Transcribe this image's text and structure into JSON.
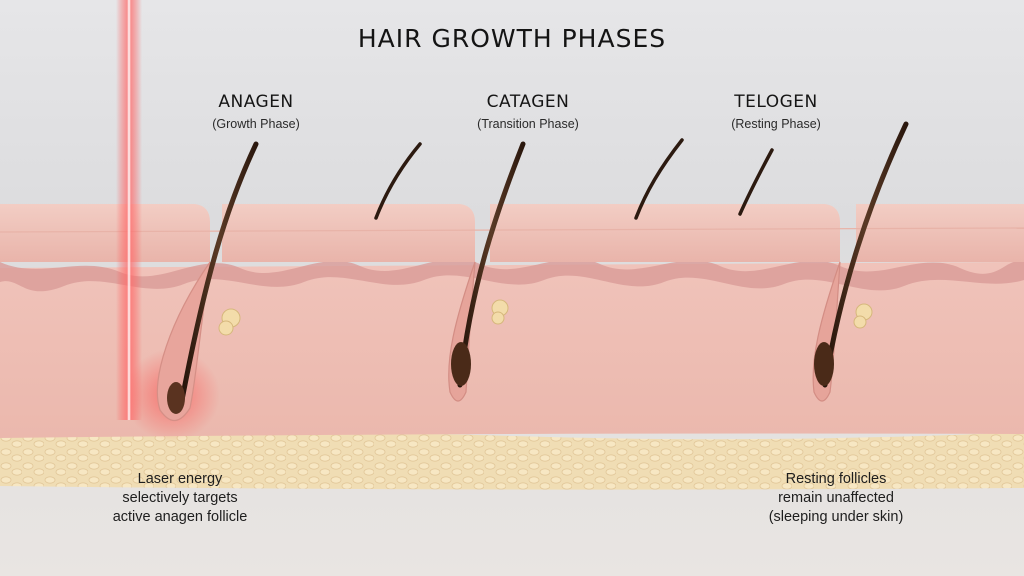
{
  "diagram": {
    "title": "HAIR GROWTH PHASES",
    "phases": [
      {
        "name": "ANAGEN",
        "subtitle": "(Growth Phase)"
      },
      {
        "name": "CATAGEN",
        "subtitle": "(Transition Phase)"
      },
      {
        "name": "TELOGEN",
        "subtitle": "(Resting Phase)"
      }
    ],
    "notes": {
      "laser": [
        "Laser energy",
        "selectively targets",
        "active anagen follicle"
      ],
      "resting": [
        "Resting follicles",
        "remain unaffected",
        "(sleeping under skin)"
      ]
    }
  },
  "colors": {
    "laser": "#ff4a4a",
    "skin_top": "#f1c9c0",
    "dermis": "#f0c4bb",
    "fat": "#f0ddb4",
    "hair": "#3b2519"
  }
}
